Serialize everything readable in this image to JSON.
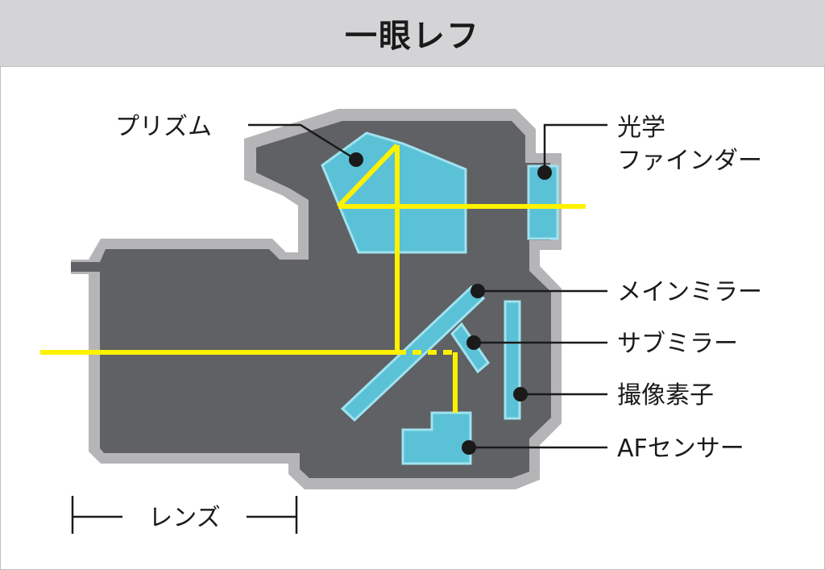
{
  "title": "一眼レフ",
  "labels": {
    "prism": "プリズム",
    "finder_line1": "光学",
    "finder_line2": "ファインダー",
    "main_mirror": "メインミラー",
    "sub_mirror": "サブミラー",
    "image_sensor": "撮像素子",
    "af_sensor": "AFセンサー",
    "lens": "レンズ"
  },
  "colors": {
    "body": "#5f6165",
    "outline": "#b5b5b7",
    "optic": "#5bc1d6",
    "optic_border": "#9fe3ef",
    "light_path": "#fff200",
    "header_bg": "#d4d4d6",
    "text": "#1a1a1a"
  }
}
